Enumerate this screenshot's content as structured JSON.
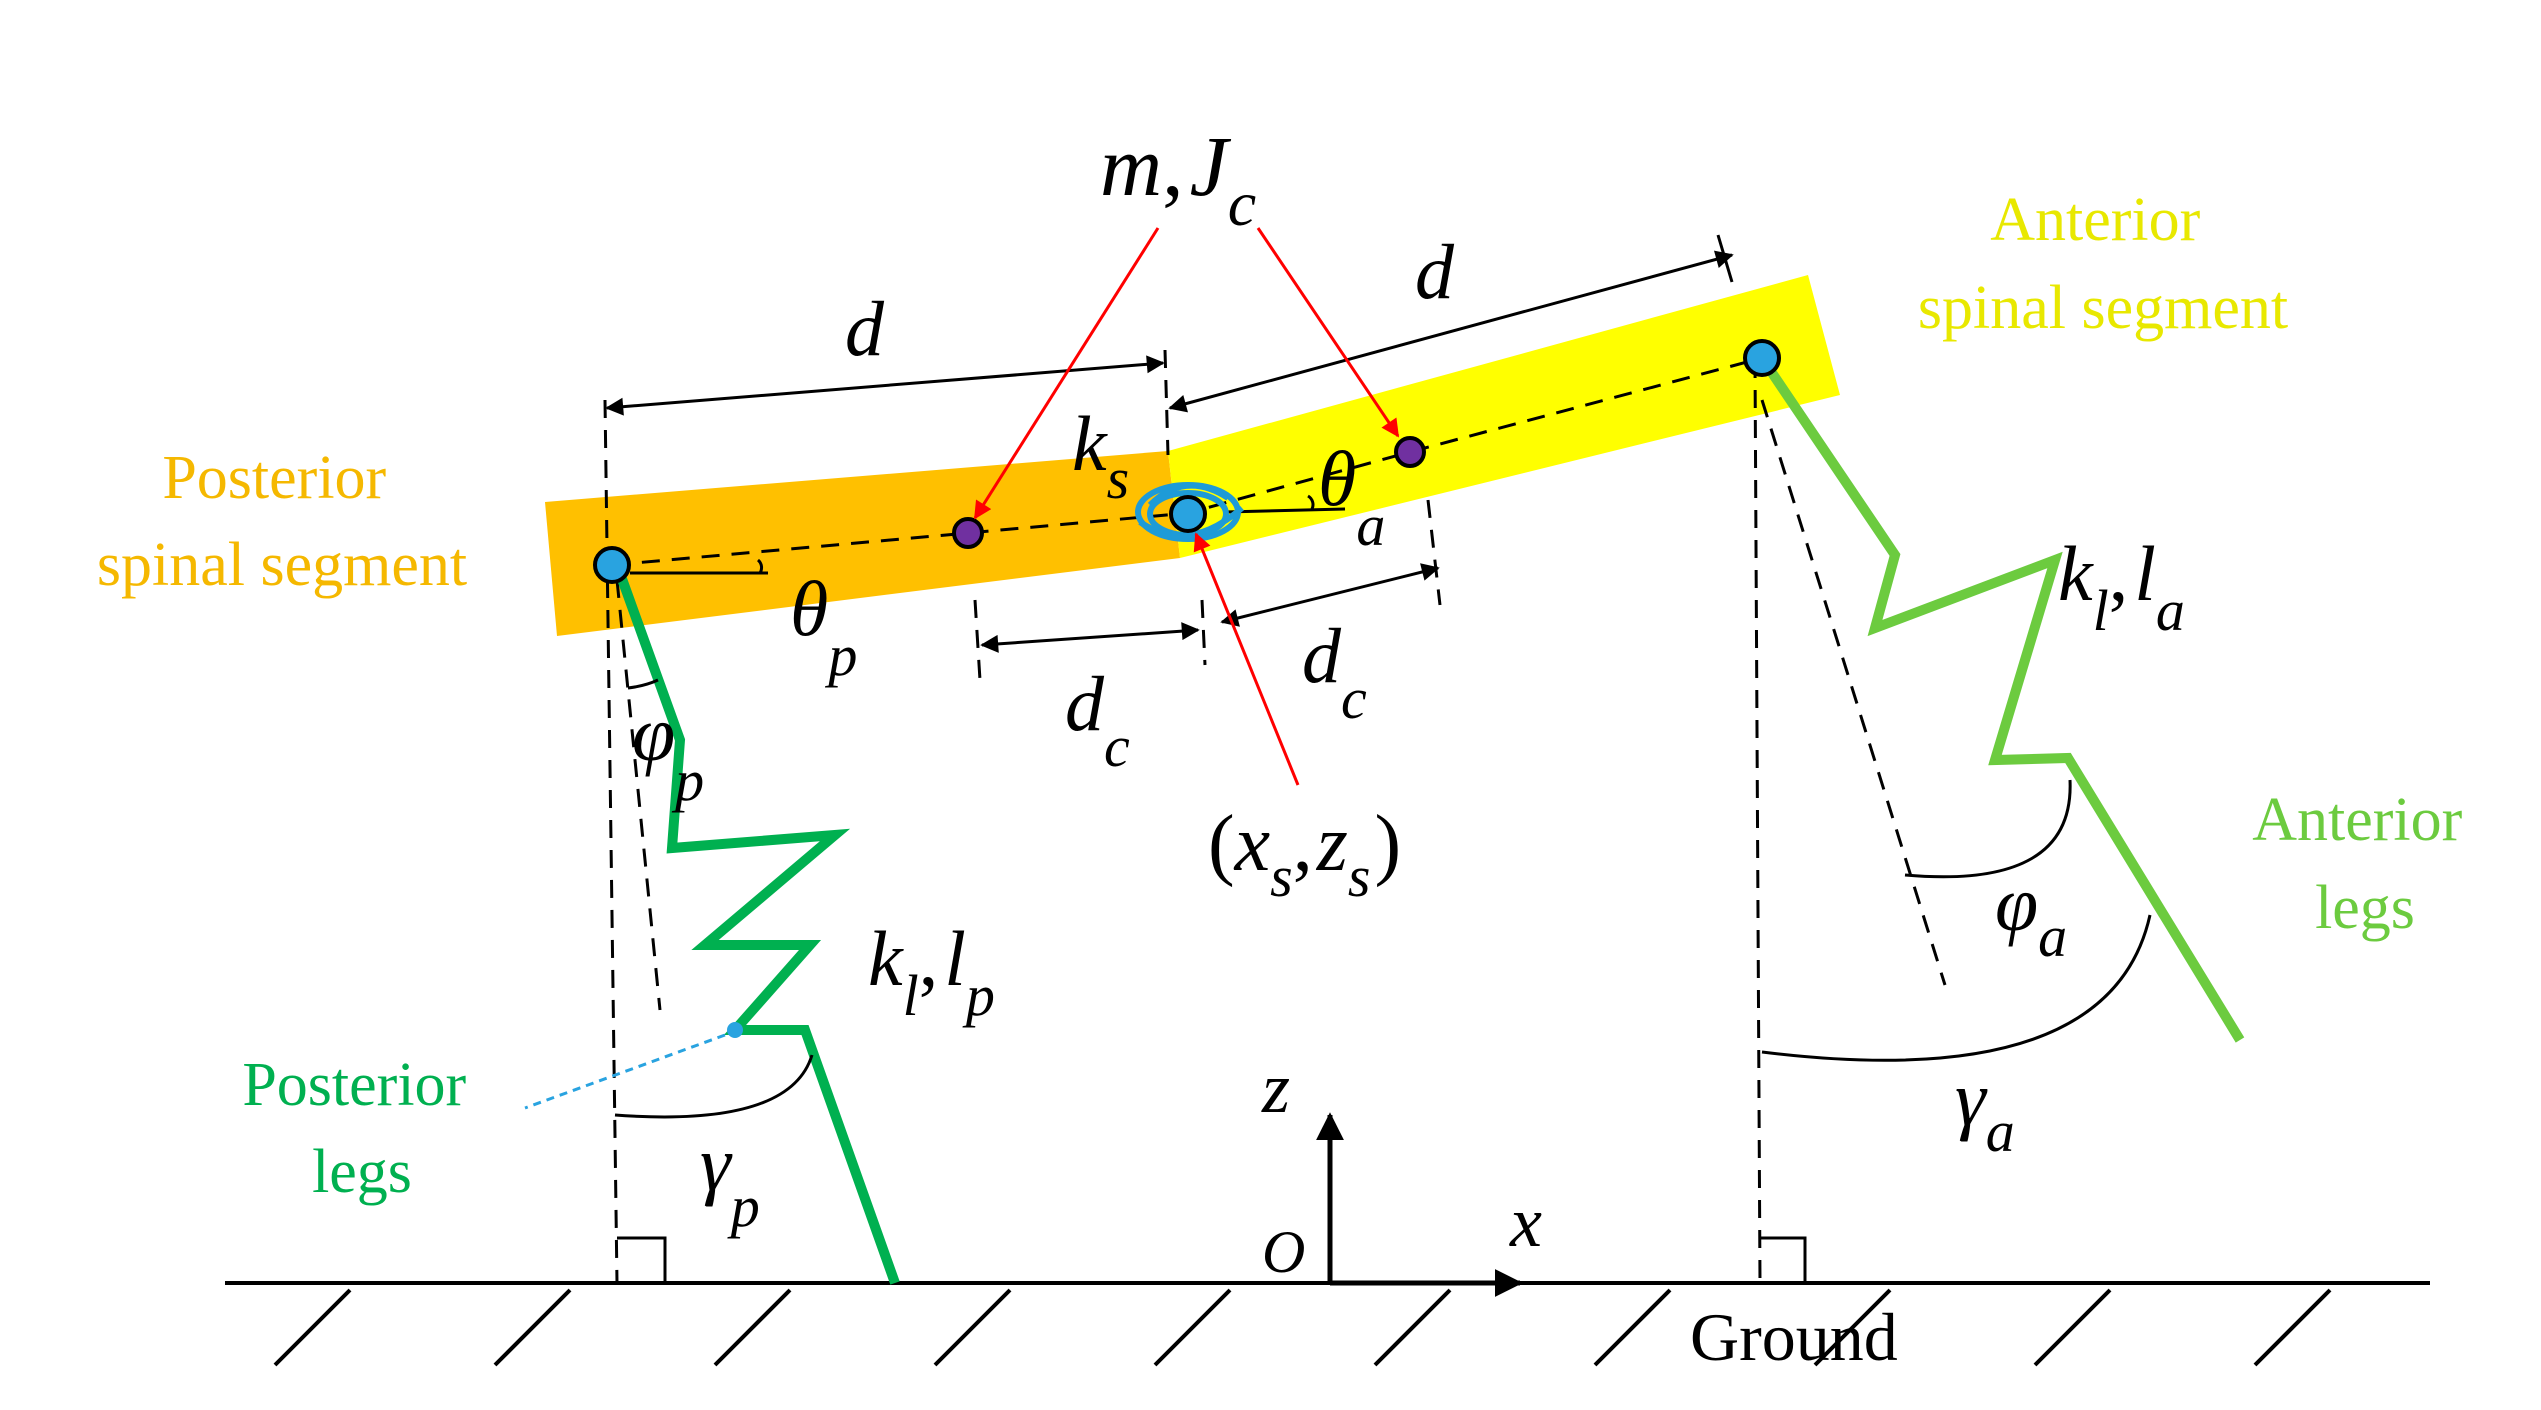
{
  "labels": {
    "posterior_segment": [
      "Posterior",
      "spinal segment"
    ],
    "anterior_segment": [
      "Anterior",
      "spinal segment"
    ],
    "posterior_legs": [
      "Posterior",
      "legs"
    ],
    "anterior_legs": [
      "Anterior",
      "legs"
    ],
    "ground": "Ground",
    "origin": "O",
    "x_axis": "x",
    "z_axis": "z",
    "d_left": "d",
    "d_right": "d",
    "dc_base": "d",
    "dc_sub": "c",
    "m": "m",
    "j_base": "J",
    "j_sub": "c",
    "ks_base": "k",
    "ks_sub": "s",
    "theta": "θ",
    "theta_p_sub": "p",
    "theta_a_sub": "a",
    "phi": "φ",
    "phi_p_sub": "p",
    "phi_a_sub": "a",
    "gamma": "γ",
    "gamma_p_sub": "p",
    "gamma_a_sub": "a",
    "kl_base": "k",
    "kl_sub": "l",
    "l_base": "l",
    "lp_sub": "p",
    "la_sub": "a",
    "xs_base": "x",
    "xs_sub": "s",
    "zs_base": "z",
    "zs_sub": "s",
    "paren_open": "(",
    "paren_close": ")",
    "comma": ","
  },
  "colors": {
    "posterior_segment": "#FFC000",
    "anterior_segment": "#FFFF00",
    "posterior_text": "#F5B800",
    "anterior_text": "#E8E800",
    "posterior_legs": "#00B050",
    "anterior_legs": "#6CCB3F",
    "joint_fill": "#29A3E0",
    "com_fill": "#7030A0",
    "arrow": "#FF0000",
    "spring_coil": "#1E9BD7",
    "ink": "#000000"
  }
}
